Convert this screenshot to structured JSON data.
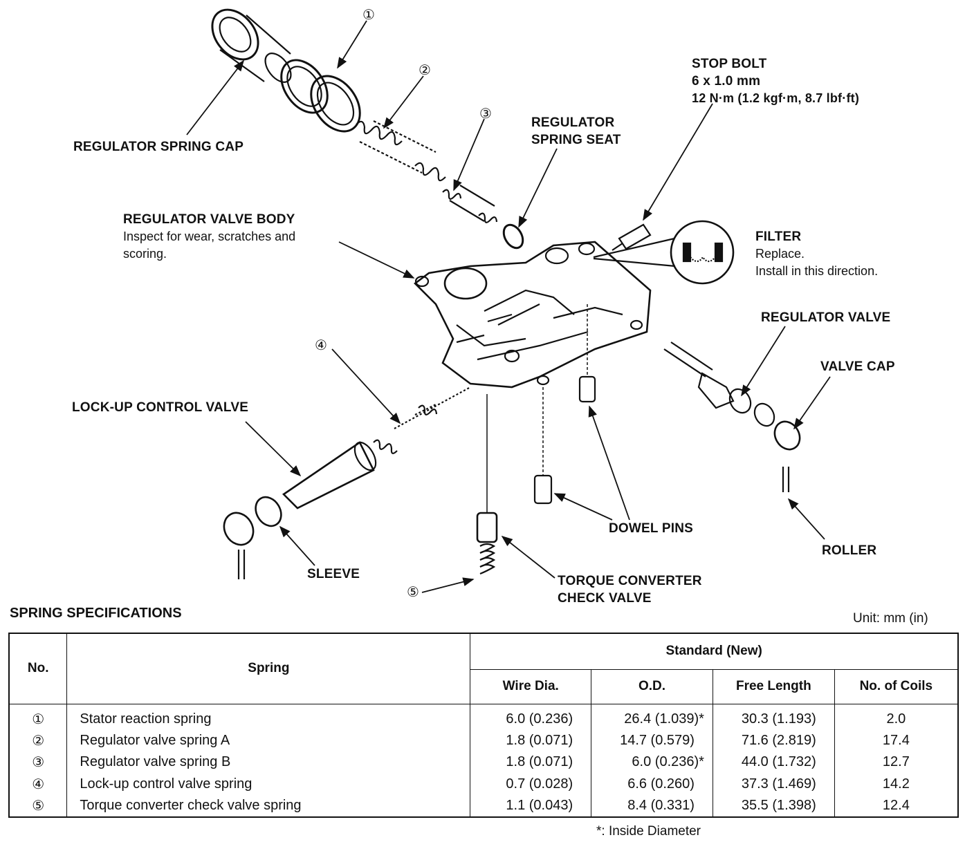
{
  "callouts": {
    "regulator_spring_cap": "REGULATOR SPRING CAP",
    "stop_bolt": {
      "title": "STOP BOLT",
      "size": "6 x 1.0 mm",
      "torque": "12 N·m (1.2 kgf·m, 8.7 lbf·ft)"
    },
    "regulator_spring_seat": [
      "REGULATOR",
      "SPRING SEAT"
    ],
    "regulator_valve_body": {
      "title": "REGULATOR VALVE BODY",
      "note_line1": "Inspect for wear, scratches and",
      "note_line2": "scoring."
    },
    "filter": {
      "title": "FILTER",
      "note_line1": "Replace.",
      "note_line2": "Install in this direction."
    },
    "regulator_valve": "REGULATOR VALVE",
    "valve_cap": "VALVE CAP",
    "lockup_control_valve": "LOCK-UP CONTROL VALVE",
    "dowel_pins": "DOWEL PINS",
    "roller": "ROLLER",
    "sleeve": "SLEEVE",
    "torque_converter_check_valve": [
      "TORQUE CONVERTER",
      "CHECK VALVE"
    ]
  },
  "part_numbers": [
    "①",
    "②",
    "③",
    "④",
    "⑤"
  ],
  "spec": {
    "title": "SPRING SPECIFICATIONS",
    "unit": "Unit: mm (in)",
    "headers": {
      "no": "No.",
      "spring": "Spring",
      "group": "Standard (New)",
      "wire": "Wire Dia.",
      "od": "O.D.",
      "free": "Free Length",
      "coils": "No. of Coils"
    },
    "rows": [
      {
        "no": "①",
        "spring": "Stator reaction spring",
        "wire": "6.0 (0.236)",
        "od": "26.4 (1.039)*",
        "free": "30.3 (1.193)",
        "coils": "2.0"
      },
      {
        "no": "②",
        "spring": "Regulator valve spring A",
        "wire": "1.8 (0.071)",
        "od": "14.7 (0.579)",
        "free": "71.6 (2.819)",
        "coils": "17.4"
      },
      {
        "no": "③",
        "spring": "Regulator valve spring B",
        "wire": "1.8 (0.071)",
        "od": "6.0 (0.236)*",
        "free": "44.0 (1.732)",
        "coils": "12.7"
      },
      {
        "no": "④",
        "spring": "Lock-up control valve spring",
        "wire": "0.7 (0.028)",
        "od": "6.6 (0.260)",
        "free": "37.3 (1.469)",
        "coils": "14.2"
      },
      {
        "no": "⑤",
        "spring": "Torque converter check valve spring",
        "wire": "1.1 (0.043)",
        "od": "8.4 (0.331)",
        "free": "35.5 (1.398)",
        "coils": "12.4"
      }
    ],
    "footnote": "*: Inside Diameter"
  }
}
